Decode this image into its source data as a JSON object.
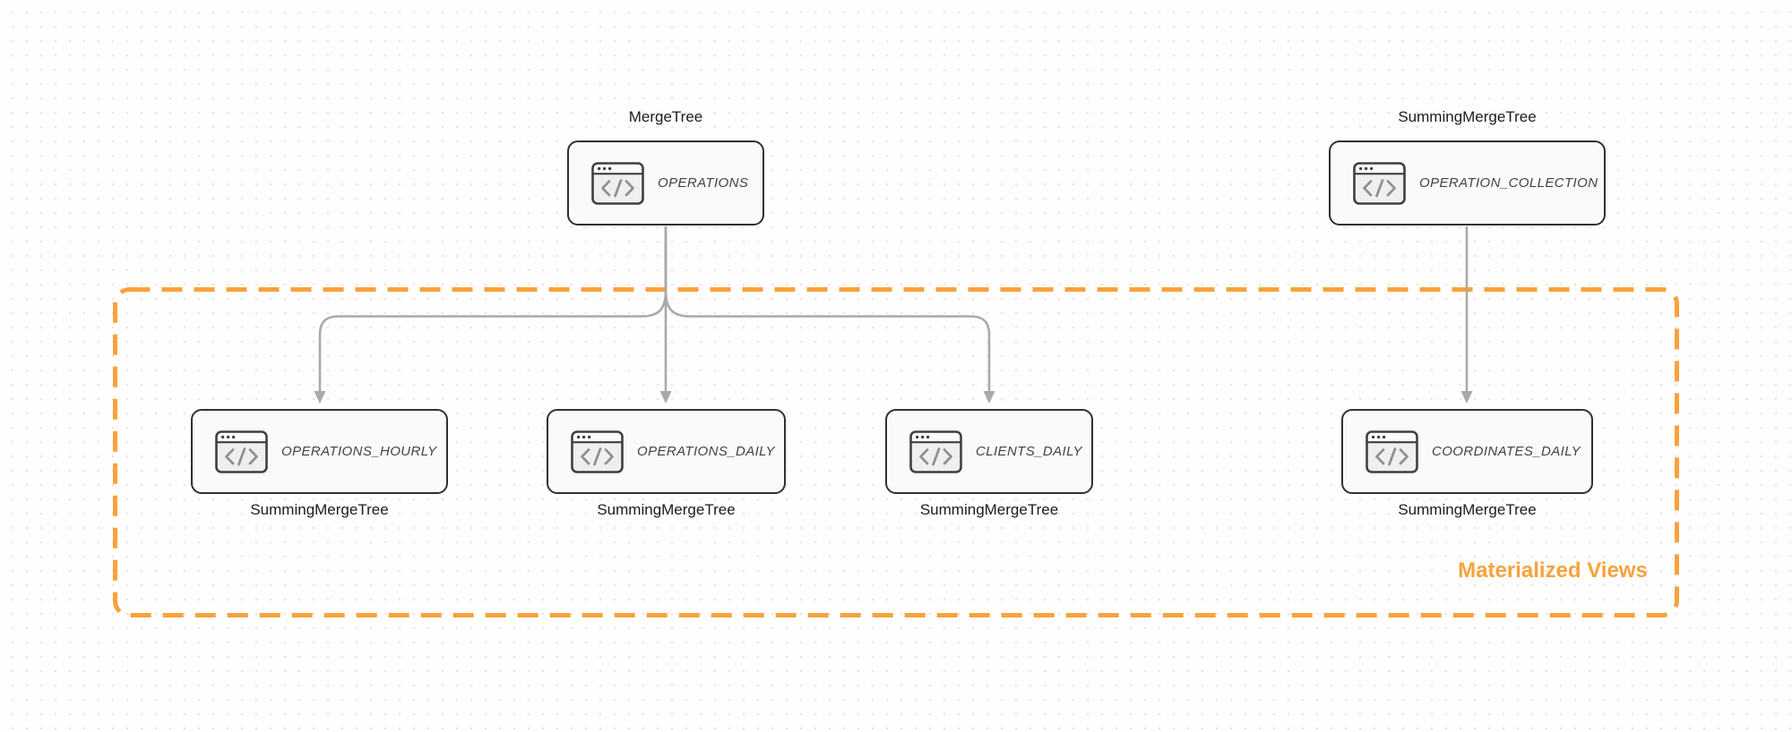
{
  "diagram": {
    "group": {
      "label": "Materialized Views",
      "border_style": "dashed",
      "color": "#f8a23c"
    },
    "nodes": [
      {
        "id": "operations",
        "title": "OPERATIONS",
        "engine": "MergeTree",
        "engine_position": "above",
        "icon": "code-window-icon"
      },
      {
        "id": "operation_collection",
        "title": "OPERATION_COLLECTION",
        "engine": "SummingMergeTree",
        "engine_position": "above",
        "icon": "code-window-icon"
      },
      {
        "id": "operations_hourly",
        "title": "OPERATIONS_HOURLY",
        "engine": "SummingMergeTree",
        "engine_position": "below",
        "icon": "code-window-icon",
        "in_group": "Materialized Views"
      },
      {
        "id": "operations_daily",
        "title": "OPERATIONS_DAILY",
        "engine": "SummingMergeTree",
        "engine_position": "below",
        "icon": "code-window-icon",
        "in_group": "Materialized Views"
      },
      {
        "id": "clients_daily",
        "title": "CLIENTS_DAILY",
        "engine": "SummingMergeTree",
        "engine_position": "below",
        "icon": "code-window-icon",
        "in_group": "Materialized Views"
      },
      {
        "id": "coordinates_daily",
        "title": "COORDINATES_DAILY",
        "engine": "SummingMergeTree",
        "engine_position": "below",
        "icon": "code-window-icon",
        "in_group": "Materialized Views"
      }
    ],
    "edges": [
      {
        "from": "operations",
        "to": "operations_hourly"
      },
      {
        "from": "operations",
        "to": "operations_daily"
      },
      {
        "from": "operations",
        "to": "clients_daily"
      },
      {
        "from": "operation_collection",
        "to": "coordinates_daily"
      }
    ],
    "colors": {
      "accent_orange": "#f8a23c",
      "arrow_gray": "#a9a9a9",
      "node_border": "#2d3134",
      "node_fill": "#f9fafa",
      "node_title_text": "#434343",
      "engine_label_text": "#1b1b1b",
      "icon_glyph_gray": "#8f8f8f",
      "background": "#fefefe",
      "background_dot": "#e5e5e5"
    }
  }
}
